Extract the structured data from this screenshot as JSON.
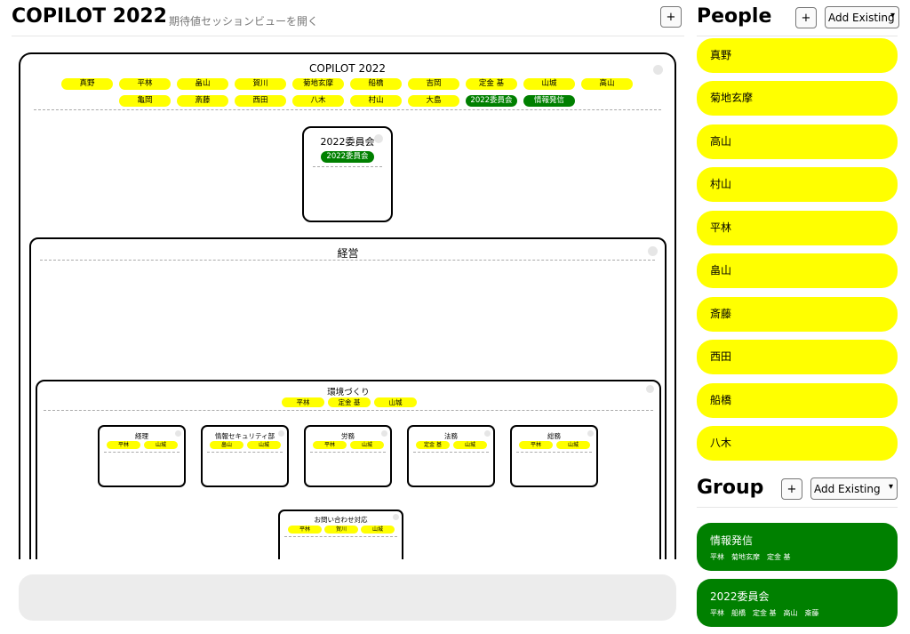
{
  "header": {
    "title": "COPILOT 2022",
    "subtitle": "期待値セッションビューを開く",
    "add_label": "+"
  },
  "board": {
    "title": "COPILOT 2022",
    "people_tags": [
      "真野",
      "平林",
      "畠山",
      "賀川",
      "菊地玄摩",
      "船橋",
      "吉岡",
      "定金 基",
      "山城",
      "高山",
      "亀岡",
      "斎藤",
      "西田",
      "八木",
      "村山",
      "大島"
    ],
    "group_tags": [
      "2022委員会",
      "情報発信"
    ],
    "committee": {
      "title": "2022委員会",
      "tag": "2022委員会"
    },
    "management": {
      "title": "経営",
      "env": {
        "title": "環境づくり",
        "tags": [
          "平林",
          "定金 基",
          "山城"
        ],
        "units": [
          {
            "title": "経理",
            "tags": [
              "平林",
              "山城"
            ]
          },
          {
            "title": "情報セキュリティ部",
            "tags": [
              "畠山",
              "山城"
            ]
          },
          {
            "title": "労務",
            "tags": [
              "平林",
              "山城"
            ]
          },
          {
            "title": "法務",
            "tags": [
              "定金 基",
              "山城"
            ]
          },
          {
            "title": "総務",
            "tags": [
              "平林",
              "山城"
            ]
          }
        ],
        "inquiry": {
          "title": "お問い合わせ対応",
          "tags": [
            "平林",
            "賀川",
            "山城"
          ]
        }
      }
    }
  },
  "sidebar": {
    "people_title": "People",
    "add_label": "+",
    "add_existing": "Add Existing",
    "people": [
      "真野",
      "菊地玄摩",
      "高山",
      "村山",
      "平林",
      "畠山",
      "斎藤",
      "西田",
      "船橋",
      "八木"
    ],
    "group_title": "Group",
    "groups": [
      {
        "name": "情報発信",
        "members": [
          "平林",
          "菊地玄摩",
          "定金 基"
        ]
      },
      {
        "name": "2022委員会",
        "members": [
          "平林",
          "船橋",
          "定金 基",
          "高山",
          "斎藤"
        ]
      }
    ]
  },
  "colors": {
    "person": "#ffff00",
    "group": "#008000",
    "panel": "#ececec"
  },
  "icons": {
    "add": "plus-icon",
    "dropdown": "chevron-down-icon",
    "collapse": "circle-dot-icon"
  }
}
